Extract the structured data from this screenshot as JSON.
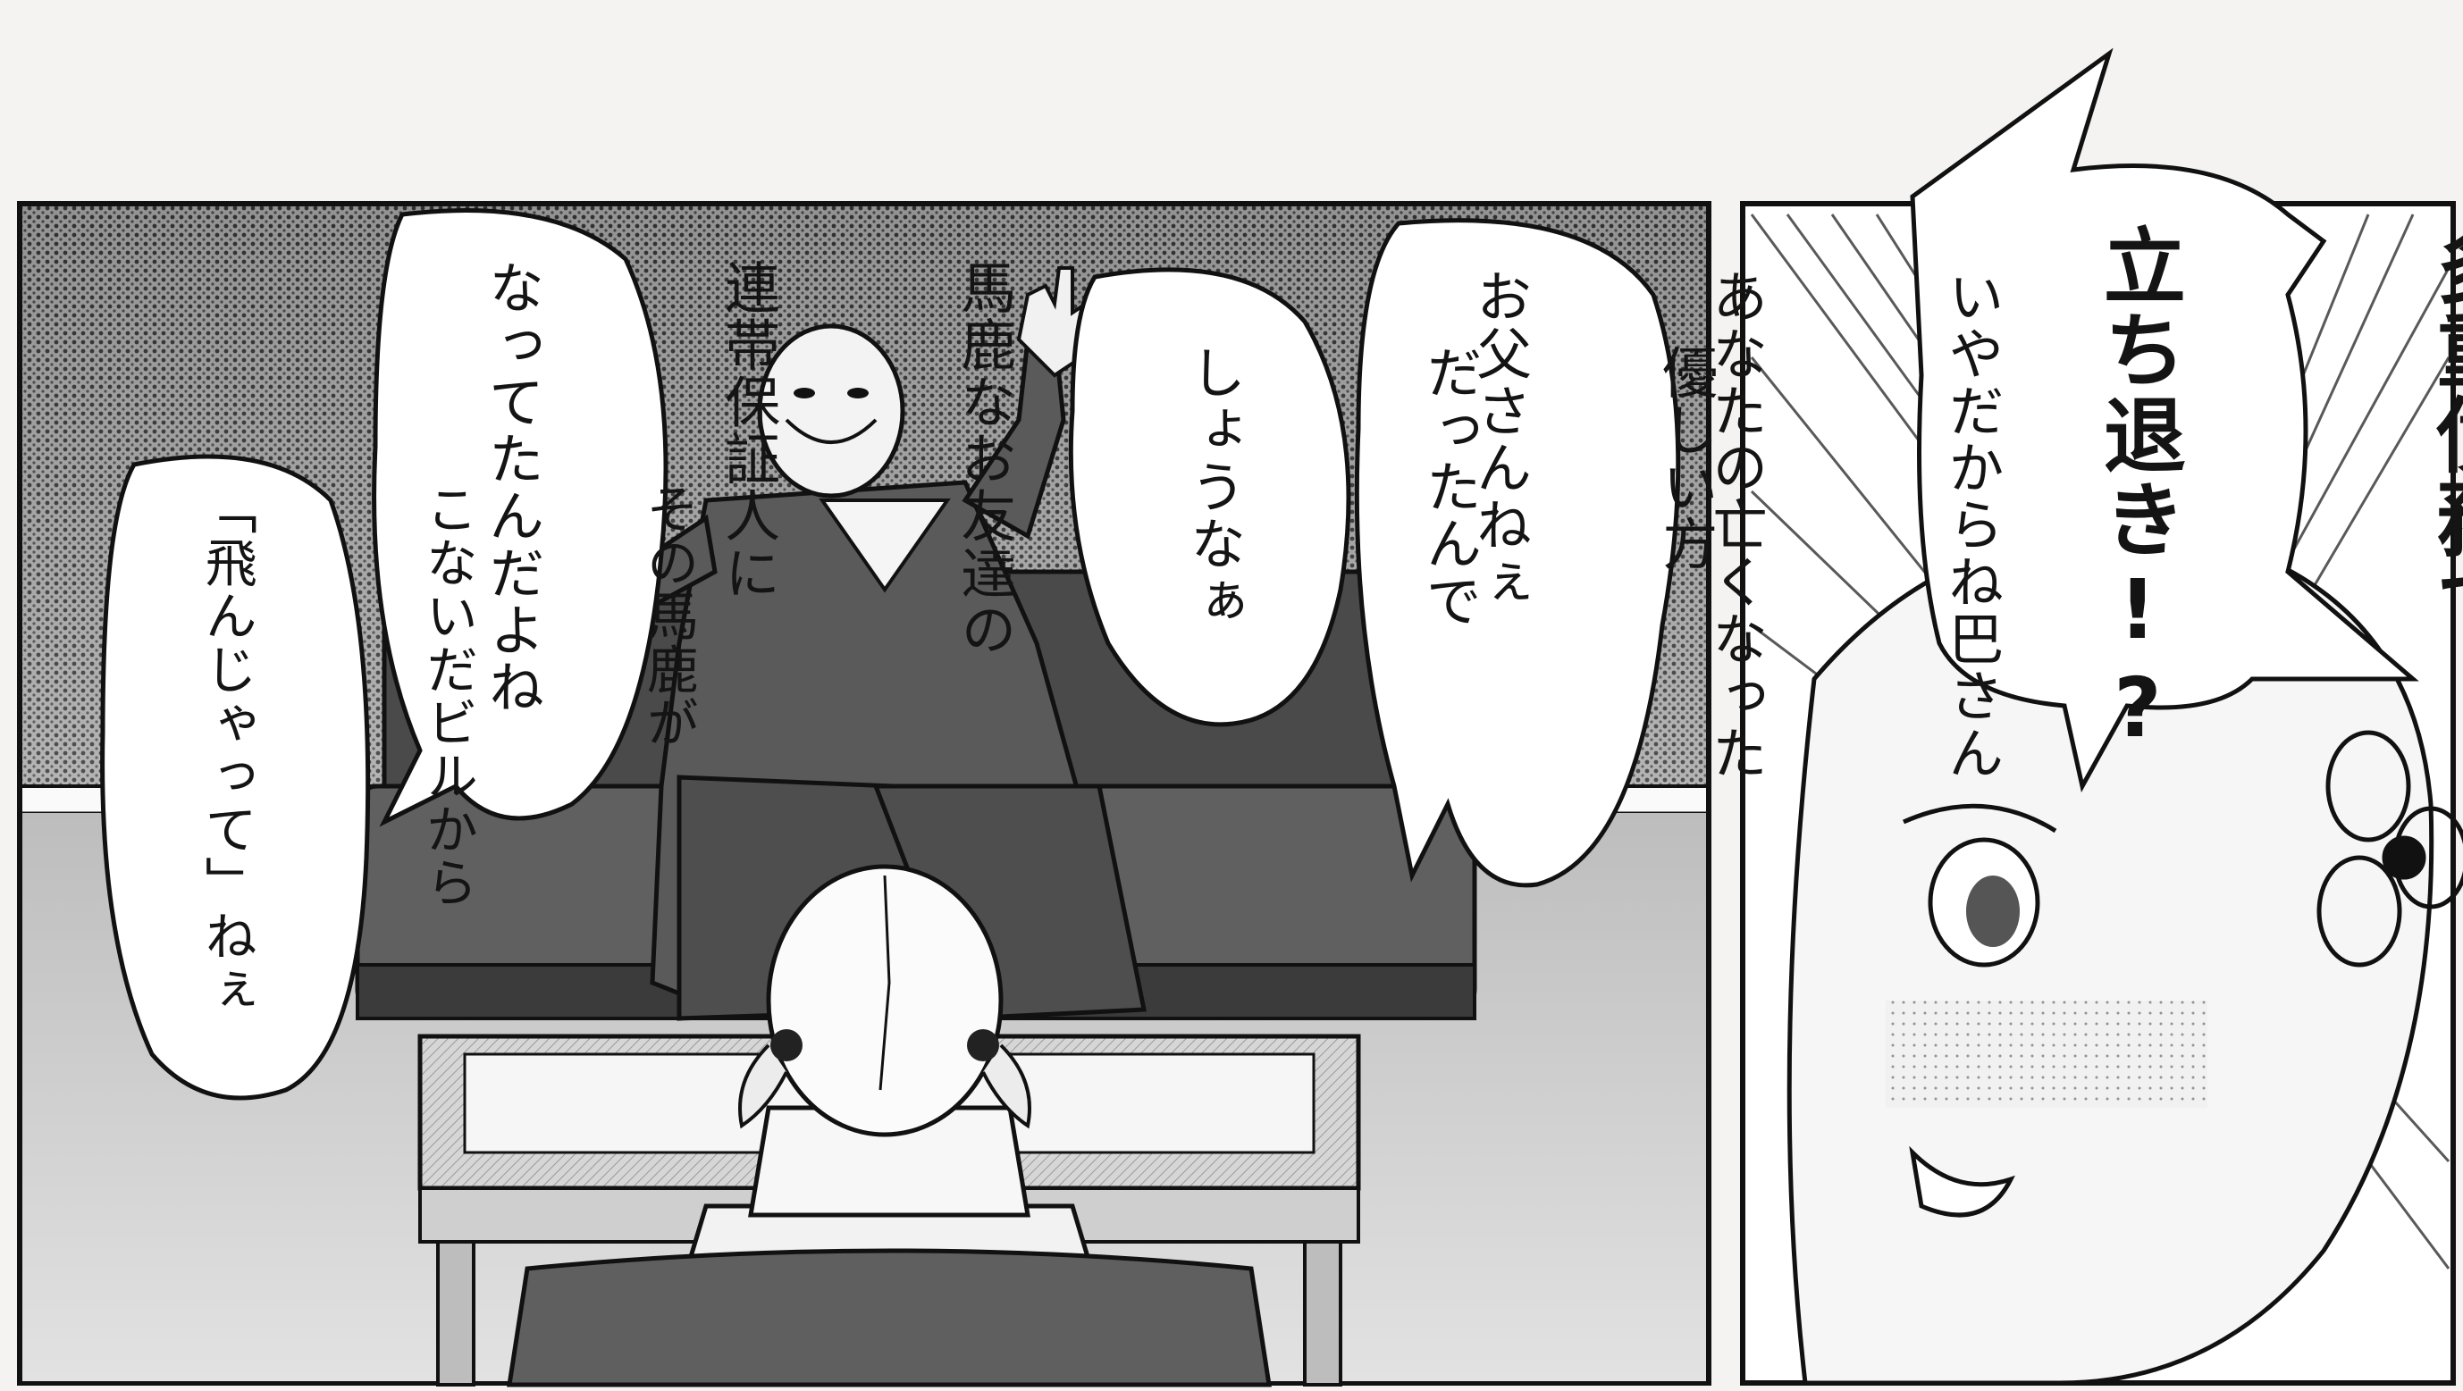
{
  "panel_left": {
    "bubble_far_left": {
      "lines": [
        "その馬鹿が",
        "こないだビルから",
        "「飛んじゃって」ねぇ"
      ]
    },
    "bubble_mid_left": {
      "lines": [
        "馬鹿なお友達の",
        "連帯保証人に",
        "なってたんだよね"
      ]
    },
    "bubble_center": {
      "lines": [
        "優しい方",
        "だったんで",
        "しょうなぁ"
      ]
    },
    "bubble_right": {
      "lines": [
        "いやだからね巴さん",
        "あなたの亡くなった",
        "お父さんねぇ"
      ]
    }
  },
  "panel_right": {
    "shout_bubble": {
      "lines": [
        "多重債務で",
        "立ち退き!?"
      ]
    }
  },
  "colors": {
    "ink": "#141414",
    "paper": "#f4f3f1",
    "screentone_dark": "#3a3a3a",
    "screentone_mid": "#8a8a8a"
  }
}
